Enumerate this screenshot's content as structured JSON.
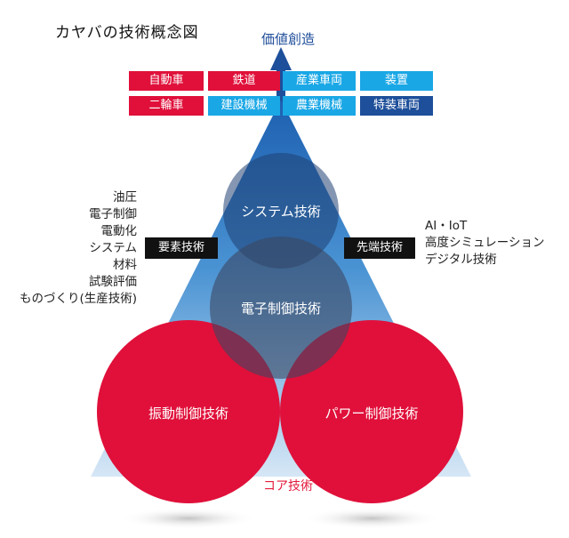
{
  "title": "カヤバの技術概念図",
  "top_label": "価値創造",
  "core_label": "コア技術",
  "colors": {
    "red": "#e0103a",
    "blue": "#1aa7e6",
    "navy": "#1d4f9a",
    "dark": "#111111"
  },
  "tags_row1": [
    {
      "label": "自動車",
      "color": "red"
    },
    {
      "label": "鉄道",
      "color": "red"
    },
    {
      "label": "産業車両",
      "color": "blue"
    },
    {
      "label": "装置",
      "color": "blue"
    }
  ],
  "tags_row2": [
    {
      "label": "二輪車",
      "color": "red"
    },
    {
      "label": "建設機械",
      "color": "blue"
    },
    {
      "label": "農業機械",
      "color": "blue"
    },
    {
      "label": "特装車両",
      "color": "navy"
    }
  ],
  "left_items": [
    "油圧",
    "電子制御",
    "電動化",
    "システム",
    "材料",
    "試験評価",
    "ものづくり(生産技術)"
  ],
  "right_items": [
    "AI・IoT",
    "高度シミュレーション",
    "デジタル技術"
  ],
  "left_box": "要素技術",
  "right_box": "先端技術",
  "circles": {
    "system": "システム技術",
    "electronic": "電子制御技術",
    "vibration": "振動制御技術",
    "power": "パワー制御技術"
  }
}
